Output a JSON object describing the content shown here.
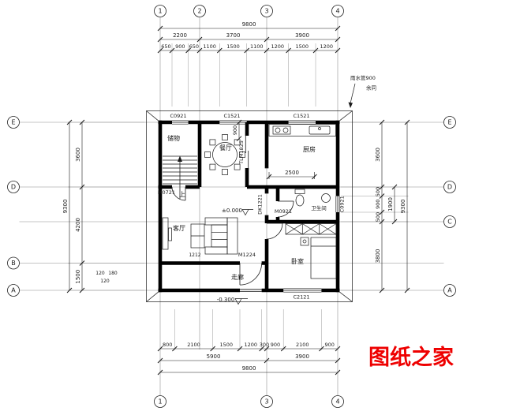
{
  "watermark": {
    "text": "图纸之家",
    "color": "#ee0000"
  },
  "axes": {
    "top": [
      "1",
      "2",
      "3",
      "4"
    ],
    "bottom": [
      "1",
      "3",
      "4"
    ],
    "left": [
      "E",
      "D",
      "B",
      "A"
    ],
    "right": [
      "E",
      "D",
      "C",
      "A"
    ]
  },
  "dims": {
    "top": {
      "total": "9800",
      "spans": [
        "2200",
        "3700",
        "3900"
      ],
      "detail": [
        "650",
        "900",
        "650",
        "1100",
        "1500",
        "1100",
        "1200",
        "1500",
        "1200"
      ]
    },
    "bottom": {
      "total": "9800",
      "spans": [
        "5900",
        "3900"
      ],
      "detail": [
        "800",
        "2100",
        "1500",
        "1200",
        "300",
        "900",
        "2100",
        "900"
      ]
    },
    "left": {
      "total": "9300",
      "chain": [
        "3600",
        "4200",
        "1500"
      ],
      "small": [
        "120",
        "180",
        "120"
      ]
    },
    "right": {
      "total": "9300",
      "chain": [
        "3600",
        "500",
        "900",
        "500",
        "3800"
      ],
      "mid": "1900"
    },
    "interior": {
      "kitchen_width": "2500",
      "dining_door": "900"
    }
  },
  "rooms": {
    "storage": "储物",
    "dining": "餐厅",
    "kitchen": "厨房",
    "living": "客厅",
    "bath": "卫生间",
    "bedroom": "卧室",
    "hall": "走廊"
  },
  "openings": {
    "win_storage": "C0921",
    "win_dining": "C1521",
    "win_kitchen": "C1521",
    "door_storage": "M0721",
    "slide_dining": "TLM1825",
    "pass_bath": "DK1221",
    "door_bath": "M0921",
    "win_bath": "C0921",
    "door_living": "M1224",
    "win_bedroom": "C2121",
    "tag_sofa": "1212"
  },
  "levels": {
    "floor": "±0.000",
    "entry": "-0.300"
  },
  "stairs": {
    "up": "上"
  },
  "notes": {
    "pipe": "雨水管900",
    "same": "余同"
  }
}
